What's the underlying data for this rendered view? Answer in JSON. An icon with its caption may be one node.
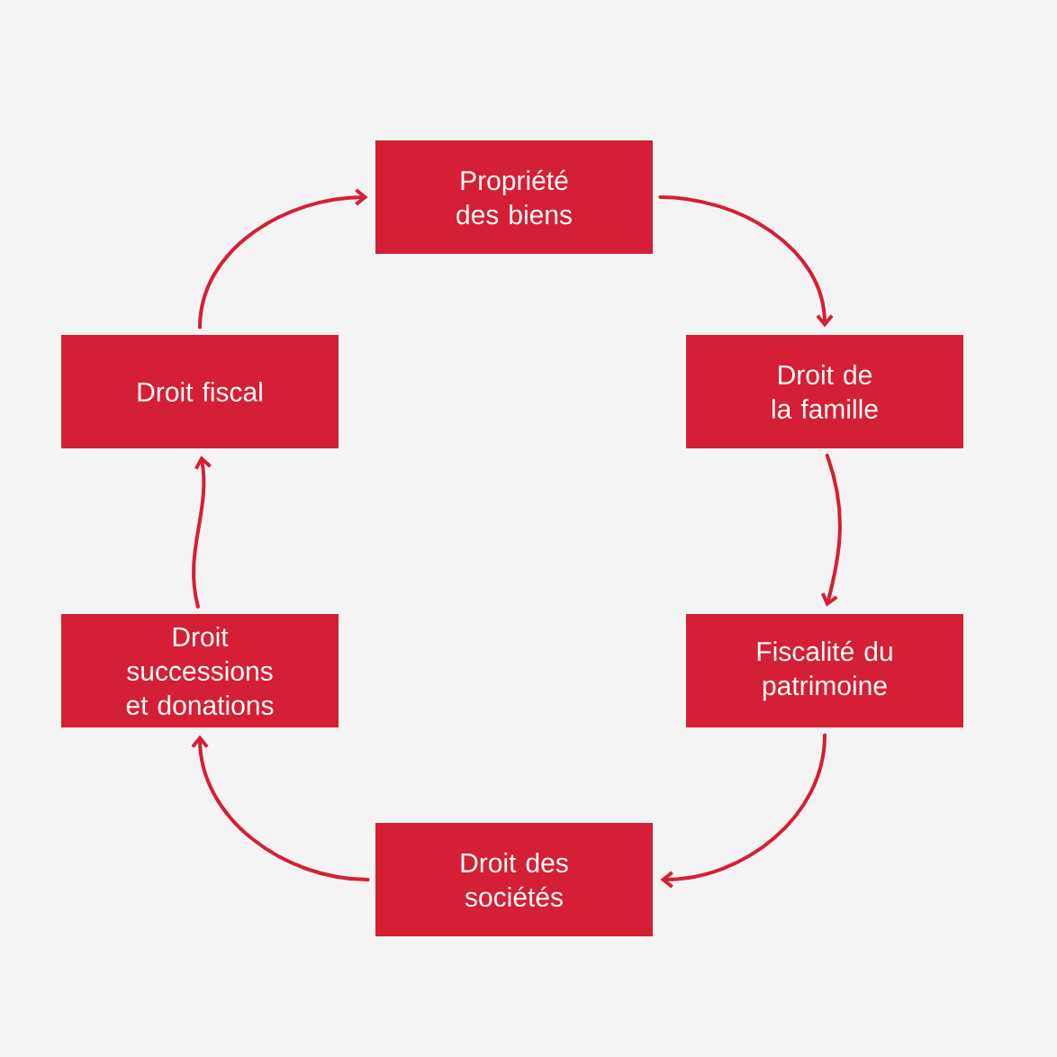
{
  "diagram": {
    "nodes": [
      {
        "text": [
          "Propriété des biens"
        ]
      },
      {
        "text": [
          "Droit fiscal"
        ]
      },
      {
        "text": [
          "Droit de la famille"
        ]
      },
      {
        "text": [
          "Droit successions et donations"
        ]
      },
      {
        "text": [
          "Fiscalité du patrimoine"
        ]
      },
      {
        "text": [
          "Droit des sociétés"
        ]
      }
    ],
    "edges": [
      {
        "from": 0,
        "to": 2,
        "arrow": "to"
      },
      {
        "from": 2,
        "to": 4,
        "arrow": "to"
      },
      {
        "from": 4,
        "to": 5,
        "arrow": "to"
      },
      {
        "from": 5,
        "to": 3,
        "arrow": "to"
      },
      {
        "from": 3,
        "to": 1,
        "arrow": "to"
      },
      {
        "from": 1,
        "to": 0,
        "arrow": "to"
      }
    ]
  }
}
